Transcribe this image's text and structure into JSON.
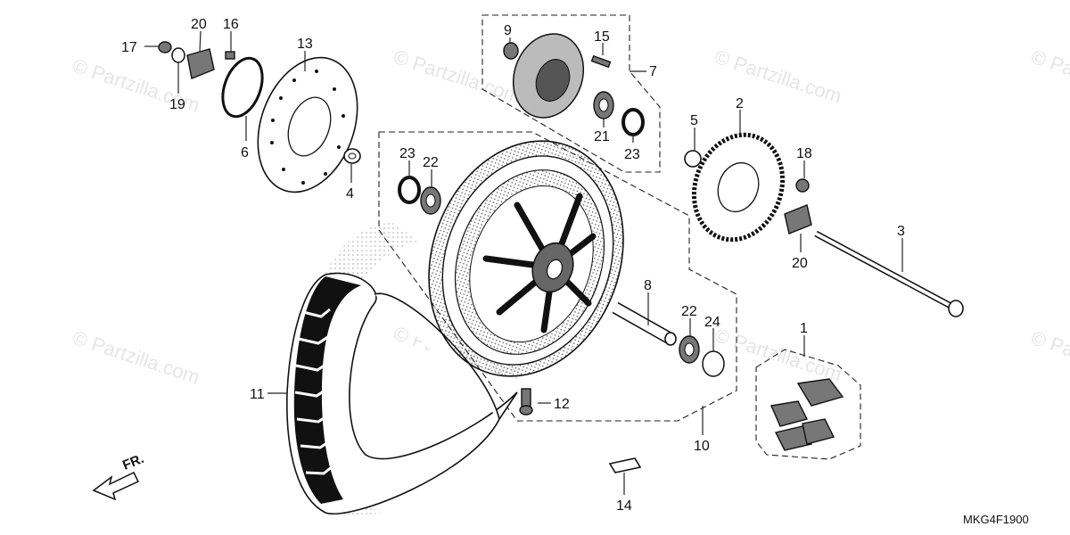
{
  "diagram": {
    "code": "MKG4F1900",
    "direction_label": "FR.",
    "watermark": "© Partzilla.com",
    "callouts": [
      {
        "id": "c17",
        "label": "17"
      },
      {
        "id": "c20a",
        "label": "20"
      },
      {
        "id": "c16",
        "label": "16"
      },
      {
        "id": "c13",
        "label": "13"
      },
      {
        "id": "c19",
        "label": "19"
      },
      {
        "id": "c6",
        "label": "6"
      },
      {
        "id": "c4",
        "label": "4"
      },
      {
        "id": "c9",
        "label": "9"
      },
      {
        "id": "c15",
        "label": "15"
      },
      {
        "id": "c7",
        "label": "7"
      },
      {
        "id": "c21",
        "label": "21"
      },
      {
        "id": "c23a",
        "label": "23"
      },
      {
        "id": "c2",
        "label": "2"
      },
      {
        "id": "c5",
        "label": "5"
      },
      {
        "id": "c18",
        "label": "18"
      },
      {
        "id": "c23b",
        "label": "23"
      },
      {
        "id": "c22a",
        "label": "22"
      },
      {
        "id": "c3",
        "label": "3"
      },
      {
        "id": "c20b",
        "label": "20"
      },
      {
        "id": "c8",
        "label": "8"
      },
      {
        "id": "c22b",
        "label": "22"
      },
      {
        "id": "c24",
        "label": "24"
      },
      {
        "id": "c1",
        "label": "1"
      },
      {
        "id": "c11",
        "label": "11"
      },
      {
        "id": "c12",
        "label": "12"
      },
      {
        "id": "c10",
        "label": "10"
      },
      {
        "id": "c14",
        "label": "14"
      }
    ]
  }
}
